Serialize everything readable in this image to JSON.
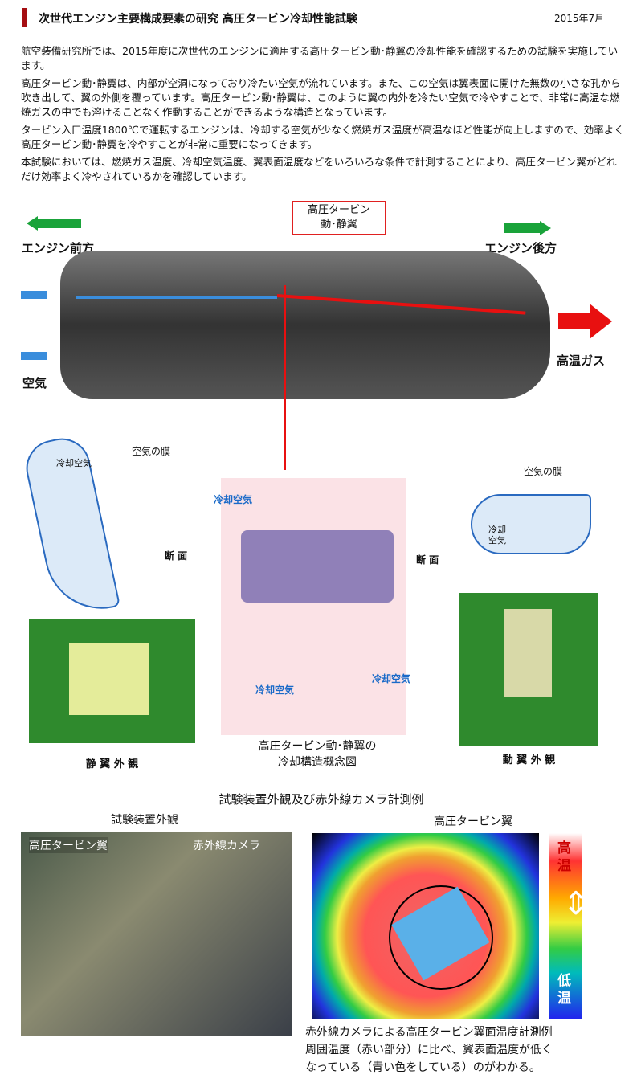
{
  "header": {
    "title": "次世代エンジン主要構成要素の研究 高圧タービン冷却性能試験",
    "date": "2015年7月"
  },
  "paragraphs": [
    "航空装備研究所では、2015年度に次世代のエンジンに適用する高圧タービン動･静翼の冷却性能を確認するための試験を実施しています。",
    "高圧タービン動･静翼は、内部が空洞になっており冷たい空気が流れています。また、この空気は翼表面に開けた無数の小さな孔から吹き出して、翼の外側を覆っています。高圧タービン動･静翼は、このように翼の内外を冷たい空気で冷やすことで、非常に高温な燃焼ガスの中でも溶けることなく作動することができるような構造となっています。",
    "タービン入口温度1800℃で運転するエンジンは、冷却する空気が少なく燃焼ガス温度が高温なほど性能が向上しますので、効率よく高圧タービン動･静翼を冷やすことが非常に重要になってきます。",
    "本試験においては、燃焼ガス温度、冷却空気温度、翼表面温度などをいろいろな条件で計測することにより、高圧タービン翼がどれだけ効率よく冷やされているかを確認しています。"
  ],
  "engine_figure": {
    "front": "エンジン前方",
    "rear": "エンジン後方",
    "callout": "高圧タービン\n動･静翼",
    "air": "空気",
    "hot_gas": "高温ガス"
  },
  "blade_figure": {
    "air_film_left": "空気の膜",
    "cooling_air_left": "冷却空気",
    "section_left": "断 面",
    "air_film_right": "空気の膜",
    "cooling_air_right": "冷却\n空気",
    "section_right": "断 面",
    "cooling_air_top": "冷却空気",
    "cooling_air_bl": "冷却空気",
    "cooling_air_br": "冷却空気",
    "caption_line1": "高圧タービン動･静翼の",
    "caption_line2": "冷却構造概念図",
    "vane_caption": "静 翼 外 観",
    "blade_caption": "動 翼 外 観"
  },
  "test_section": {
    "title": "試験装置外観及び赤外線カメラ計測例",
    "setup_title": "試験装置外観",
    "label_blade": "高圧タービン翼",
    "label_camera": "赤外線カメラ",
    "ir_label": "高圧タービン翼",
    "scale_high": "高温",
    "scale_low": "低温",
    "caption": [
      "赤外線カメラによる高圧タービン翼面温度計測例",
      "周囲温度（赤い部分）に比べ、翼表面温度が低く",
      "なっている（青い色をしている）のがわかる。"
    ]
  },
  "colors": {
    "accent": "#a50e12",
    "green_arrow": "#1aa33a",
    "blue_arrow": "#3a8ddc",
    "red_arrow": "#e81010"
  }
}
